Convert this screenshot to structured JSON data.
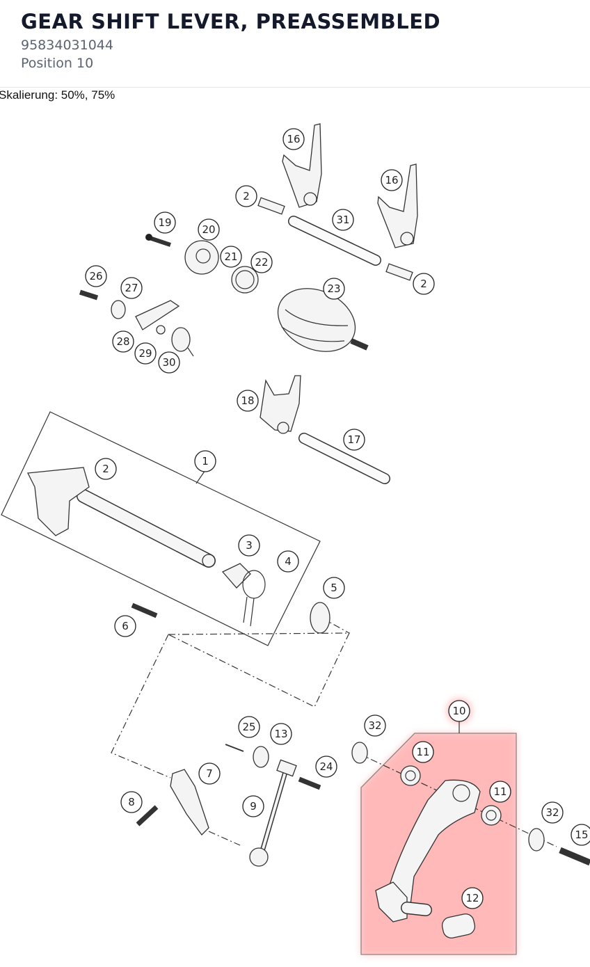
{
  "header": {
    "title": "GEAR SHIFT LEVER, PREASSEMBLED",
    "part_number": "95834031044",
    "position": "Position 10"
  },
  "diagram": {
    "scale_note": "Skalierung: 50%, 75%",
    "highlight_color": "#ff8080",
    "callouts": [
      "16",
      "16",
      "2",
      "31",
      "19",
      "20",
      "21",
      "22",
      "2",
      "26",
      "27",
      "23",
      "28",
      "29",
      "30",
      "18",
      "17",
      "1",
      "2",
      "3",
      "4",
      "5",
      "6",
      "10",
      "32",
      "25",
      "13",
      "11",
      "24",
      "7",
      "11",
      "32",
      "15",
      "8",
      "9",
      "12"
    ]
  }
}
